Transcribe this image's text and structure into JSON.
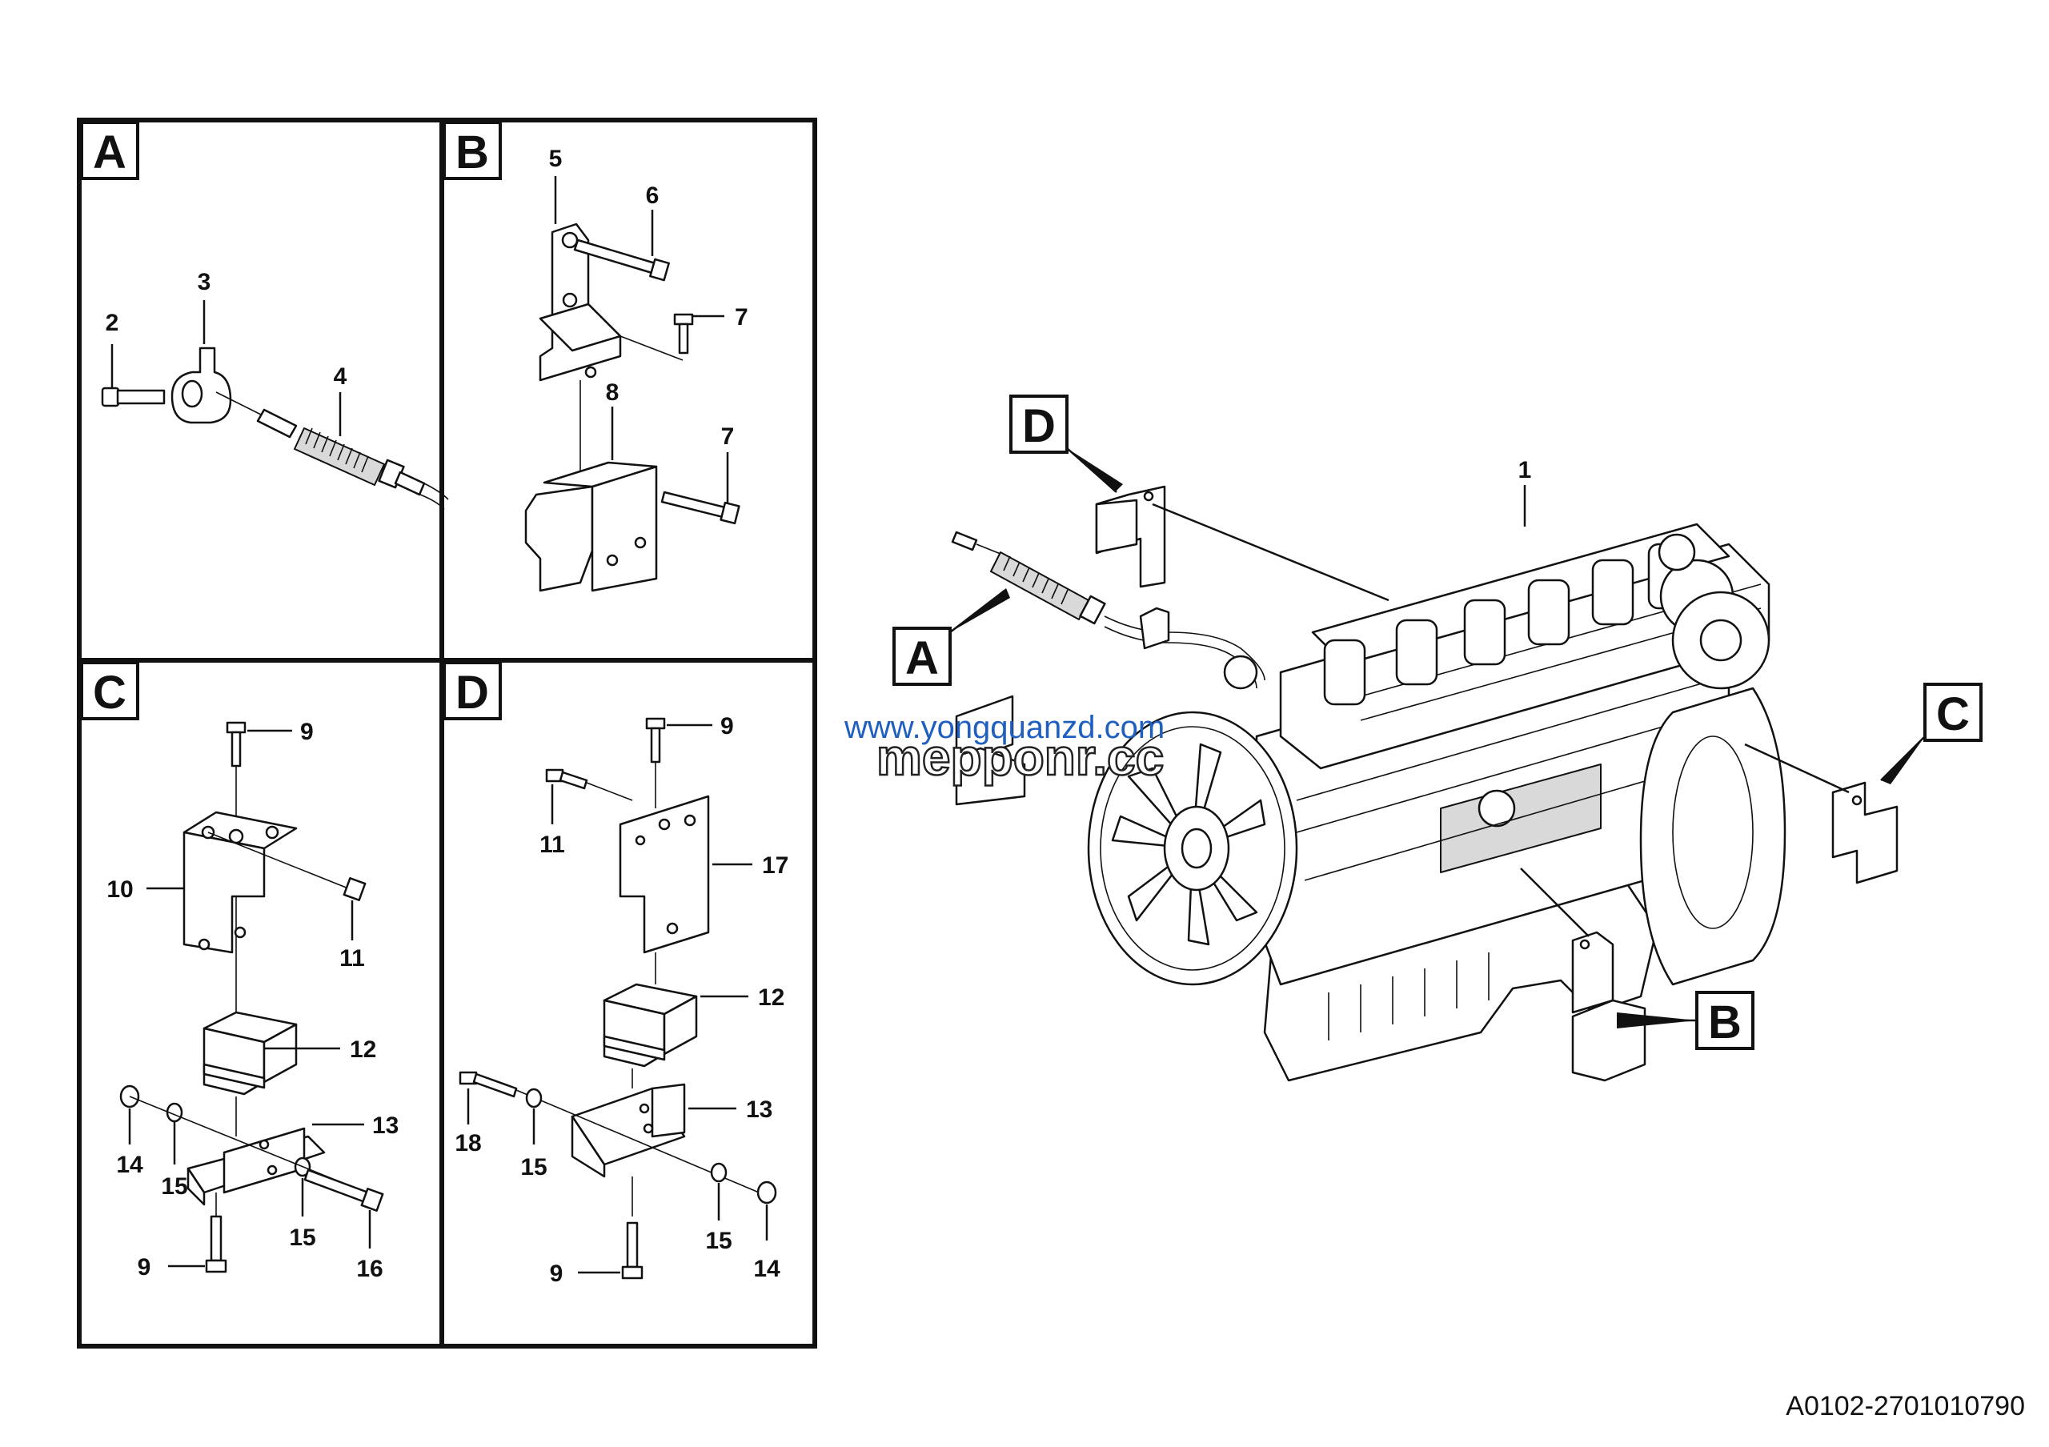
{
  "panels": [
    {
      "letter": "A",
      "labels": [
        "2",
        "3",
        "4"
      ]
    },
    {
      "letter": "B",
      "labels": [
        "5",
        "6",
        "7",
        "8",
        "7"
      ]
    },
    {
      "letter": "C",
      "labels": [
        "9",
        "10",
        "11",
        "12",
        "13",
        "14",
        "15",
        "15",
        "16",
        "9"
      ]
    },
    {
      "letter": "D",
      "labels": [
        "9",
        "11",
        "17",
        "12",
        "18",
        "15",
        "13",
        "9",
        "15",
        "14"
      ]
    }
  ],
  "main": {
    "part_label": "1",
    "callouts": [
      "D",
      "A",
      "C",
      "B"
    ]
  },
  "watermark": {
    "url": "www.yongquanzd.com",
    "brand": "mepponr.cc"
  },
  "doc_id": "A0102-2701010790"
}
